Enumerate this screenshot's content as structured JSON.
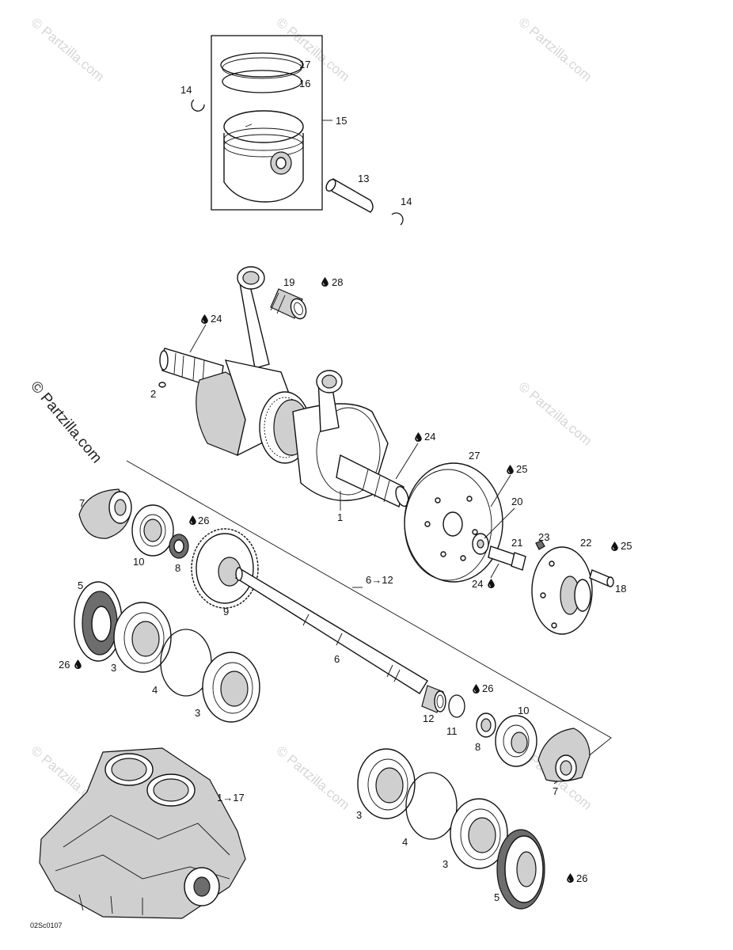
{
  "watermark": "© Partzilla.com",
  "side_watermark": "© Partzilla.com",
  "drawing_code": "02Sc0107",
  "labels": {
    "l1": "1",
    "l2": "2",
    "l3a": "3",
    "l3b": "3",
    "l3c": "3",
    "l3d": "3",
    "l4a": "4",
    "l4b": "4",
    "l5a": "5",
    "l5b": "5",
    "l6": "6",
    "l6range": "6→12",
    "l7a": "7",
    "l7b": "7",
    "l8a": "8",
    "l8b": "8",
    "l9": "9",
    "l10a": "10",
    "l10b": "10",
    "l11": "11",
    "l12": "12",
    "l13": "13",
    "l14a": "14",
    "l14b": "14",
    "l15": "15",
    "l16": "16",
    "l17": "17",
    "l18": "18",
    "l19": "19",
    "l20": "20",
    "l21": "21",
    "l22": "22",
    "l23": "23",
    "l24a": "24",
    "l24b": "24",
    "l24c": "24",
    "l25a": "25",
    "l25b": "25",
    "l26a": "26",
    "l26b": "26",
    "l26c": "26",
    "l26d": "26",
    "l27": "27",
    "l28": "28",
    "l1to17": "1→17"
  },
  "icons": {
    "lubricant": "oil-drop-icon"
  }
}
